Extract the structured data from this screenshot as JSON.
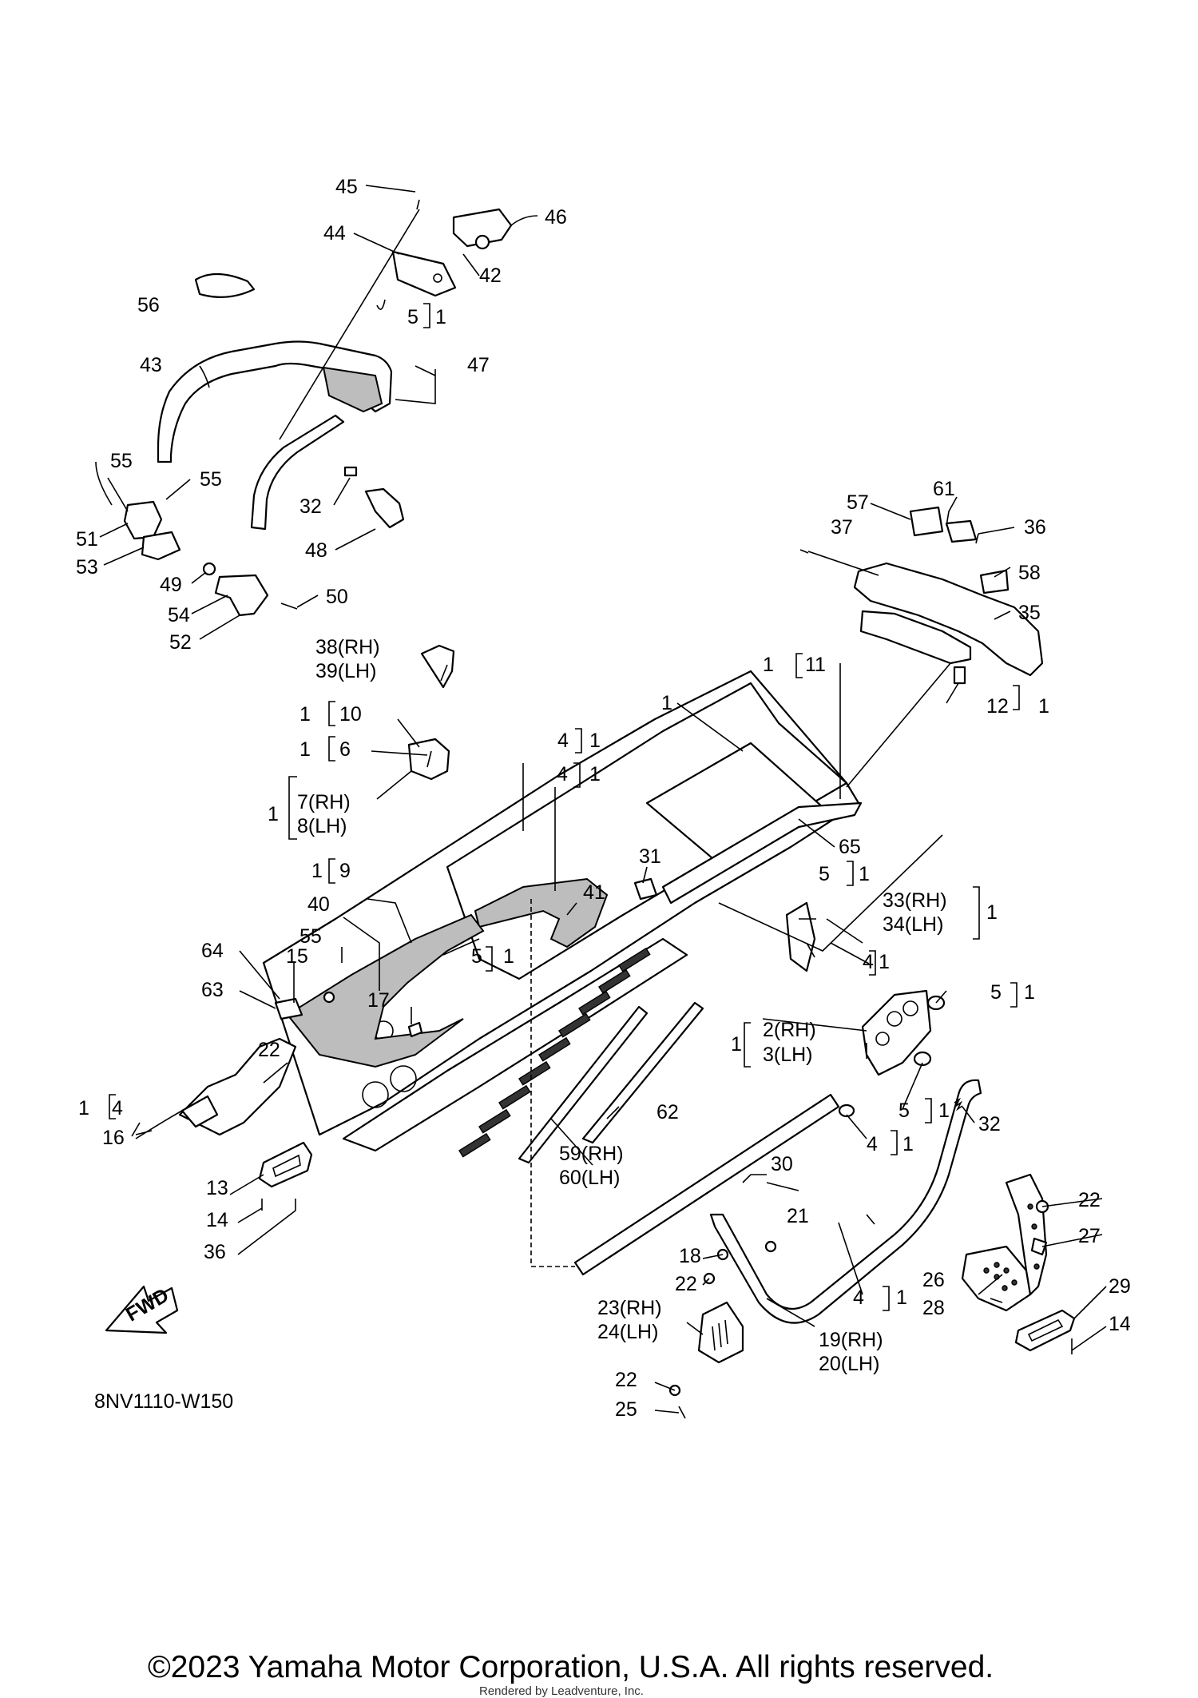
{
  "diagram_code": "8NV1110-W150",
  "fwd_label": "FWD",
  "copyright": "©2023 Yamaha Motor Corporation, U.S.A. All rights reserved.",
  "rendered_by": "Rendered by Leadventure, Inc.",
  "callouts": [
    "45",
    "46",
    "44",
    "42",
    "56",
    "5",
    "1",
    "43",
    "47",
    "55",
    "55",
    "51",
    "53",
    "32",
    "48",
    "49",
    "54",
    "50",
    "52",
    "57",
    "61",
    "36",
    "37",
    "58",
    "35",
    "1",
    "11",
    "12",
    "1",
    "38(RH)",
    "39(LH)",
    "1",
    "10",
    "1",
    "6",
    "7(RH)",
    "8(LH)",
    "1",
    "4",
    "1",
    "4",
    "1",
    "1",
    "65",
    "31",
    "41",
    "1",
    "9",
    "40",
    "55",
    "5",
    "1",
    "5",
    "1",
    "33(RH)",
    "34(LH)",
    "1",
    "4",
    "1",
    "64",
    "15",
    "63",
    "17",
    "22",
    "1",
    "4",
    "16",
    "13",
    "14",
    "36",
    "5",
    "1",
    "1",
    "2(RH)",
    "3(LH)",
    "62",
    "5",
    "1",
    "32",
    "4",
    "1",
    "59(RH)",
    "60(LH)",
    "30",
    "22",
    "27",
    "21",
    "18",
    "22",
    "26",
    "28",
    "29",
    "14",
    "4",
    "1",
    "23(RH)",
    "24(LH)",
    "19(RH)",
    "20(LH)",
    "22",
    "25"
  ]
}
